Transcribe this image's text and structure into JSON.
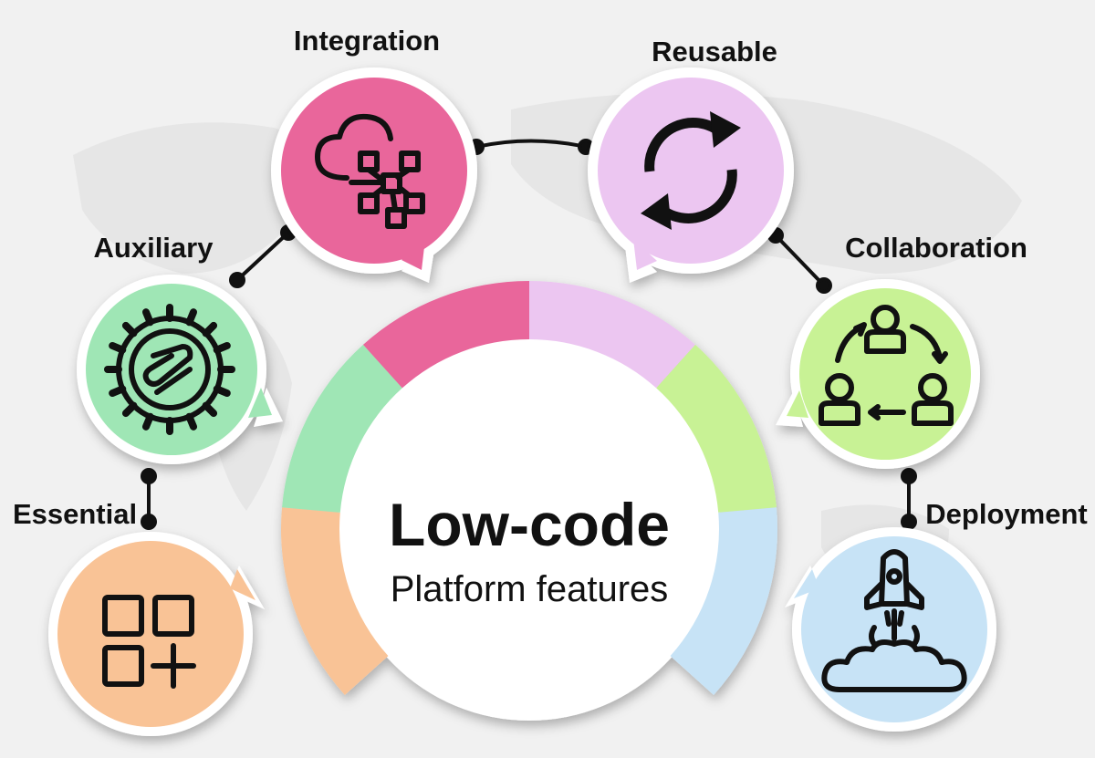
{
  "center": {
    "title": "Low-code",
    "subtitle": "Platform features"
  },
  "features": [
    {
      "label": "Integration",
      "icon": "cloud-network-icon",
      "color": "#e9669b"
    },
    {
      "label": "Reusable",
      "icon": "refresh-cycle-icon",
      "color": "#ecc6f1"
    },
    {
      "label": "Auxiliary",
      "icon": "gear-phone-icon",
      "color": "#9fe6b5"
    },
    {
      "label": "Collaboration",
      "icon": "team-cycle-icon",
      "color": "#c8f295"
    },
    {
      "label": "Essential",
      "icon": "apps-add-icon",
      "color": "#f9c396"
    },
    {
      "label": "Deployment",
      "icon": "rocket-launch-icon",
      "color": "#c7e3f6"
    }
  ],
  "colors": {
    "background": "#f1f1f1",
    "arc_pink": "#e9669b",
    "arc_lilac": "#ecc6f1",
    "arc_green": "#9fe6b5",
    "arc_lime": "#c8f295",
    "arc_orange": "#f9c396",
    "arc_blue": "#c7e3f6"
  }
}
